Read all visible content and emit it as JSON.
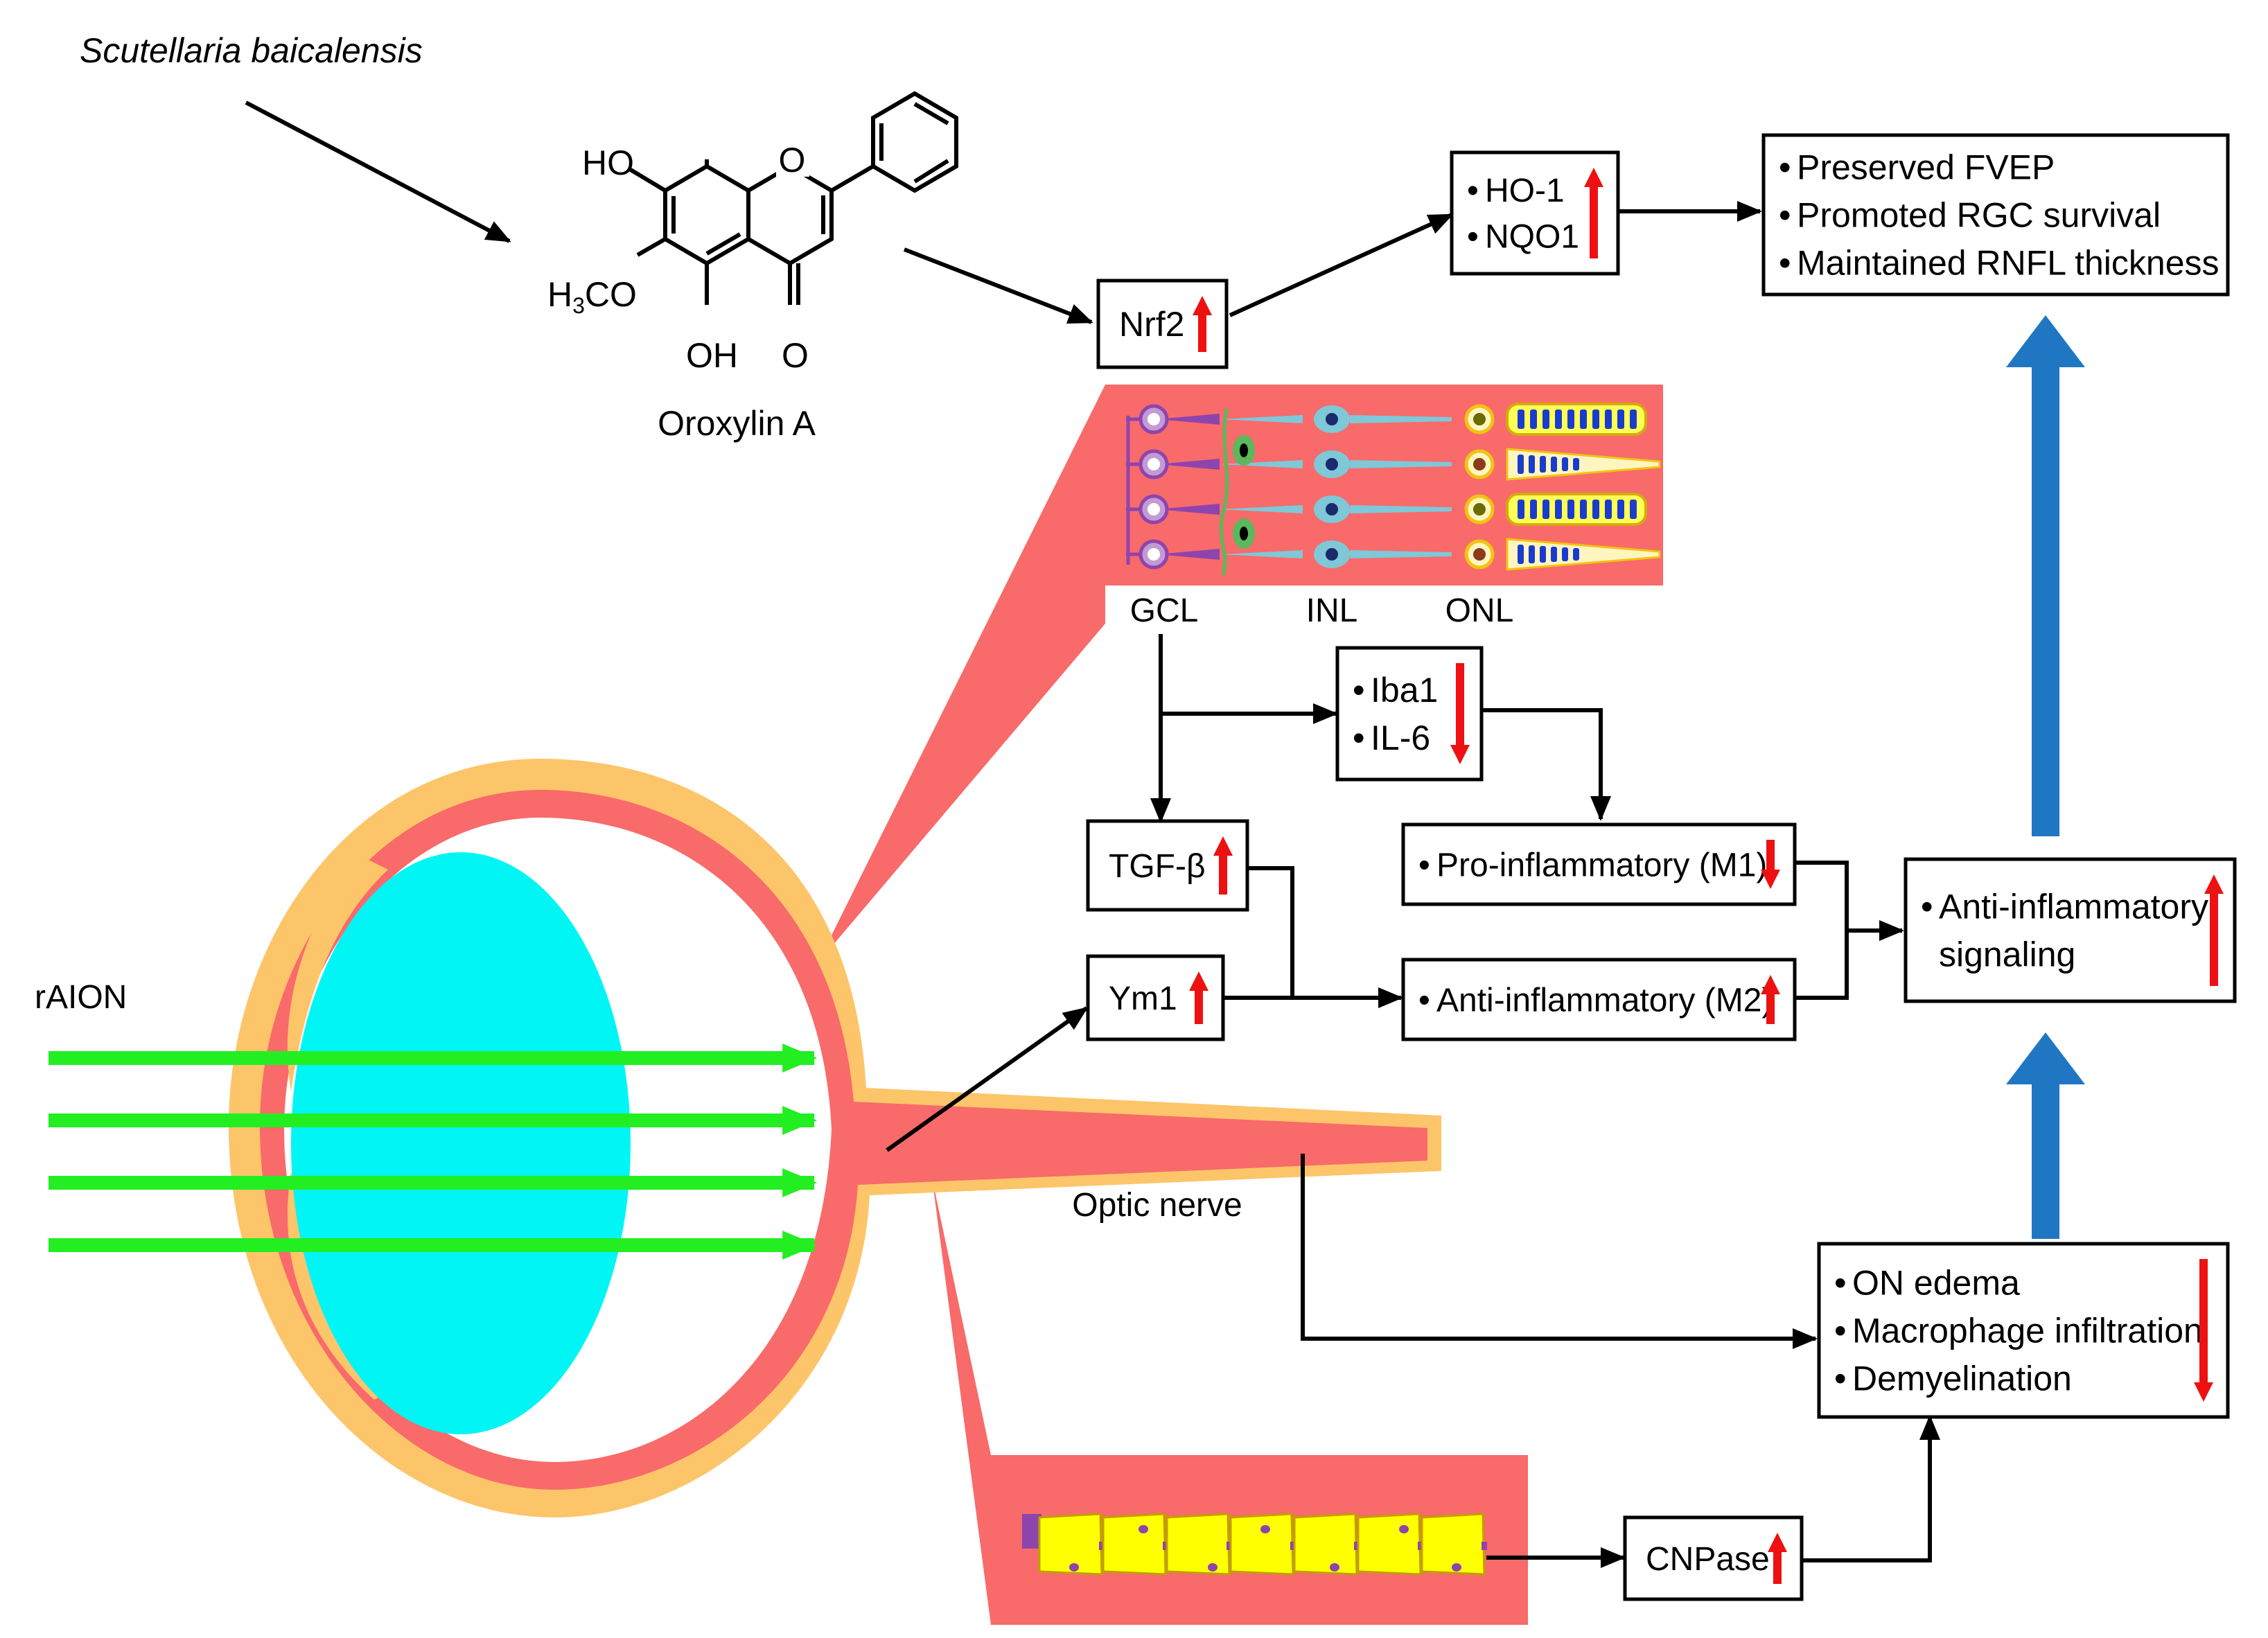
{
  "source_plant": "Scutellaria baicalensis",
  "compound": {
    "name": "Oroxylin A",
    "atoms": {
      "ho": "HO",
      "h3co_h": "H",
      "h3co_sub": "3",
      "h3co_co": "CO",
      "oh": "OH",
      "o_ring": "O",
      "o_keto": "O"
    }
  },
  "input_label": "rAION",
  "retina_layers": [
    "GCL",
    "INL",
    "ONL"
  ],
  "optic_nerve_label": "Optic nerve",
  "boxes": {
    "nrf2": {
      "lines": [
        "Nrf2"
      ],
      "trend": "up"
    },
    "ho1_nqo1": {
      "lines": [
        "HO-1",
        "NQO1"
      ],
      "bulleted": true,
      "trend": "up"
    },
    "outcomes": {
      "lines": [
        "Preserved FVEP",
        "Promoted RGC survival",
        "Maintained RNFL thickness"
      ],
      "bulleted": true
    },
    "iba1_il6": {
      "lines": [
        "Iba1",
        "IL-6"
      ],
      "bulleted": true,
      "trend": "down"
    },
    "tgfb": {
      "lines": [
        "TGF-β"
      ],
      "trend": "up"
    },
    "ym1": {
      "lines": [
        "Ym1"
      ],
      "trend": "up"
    },
    "m1": {
      "lines": [
        "Pro-inflammatory (M1)"
      ],
      "bulleted": true,
      "trend": "down"
    },
    "m2": {
      "lines": [
        "Anti-inflammatory (M2)"
      ],
      "bulleted": true,
      "trend": "up"
    },
    "anti_inflam": {
      "lines": [
        "Anti-inflammatory",
        "signaling"
      ],
      "bulleted": true,
      "trend": "up"
    },
    "on_edema": {
      "lines": [
        "ON edema",
        "Macrophage infiltration",
        "Demyelination"
      ],
      "bulleted": true,
      "trend": "down"
    },
    "cnpase": {
      "lines": [
        "CNPase"
      ],
      "trend": "up"
    }
  },
  "colors": {
    "retina": "#f96a6a",
    "sclera": "#fdc569",
    "lens": "#00f5f5",
    "laser": "#22ee22",
    "up_down_arrow": "#ee1111",
    "big_arrow": "#1f77c4",
    "myelin": "#ffff00",
    "axon": "#8e44ad"
  }
}
